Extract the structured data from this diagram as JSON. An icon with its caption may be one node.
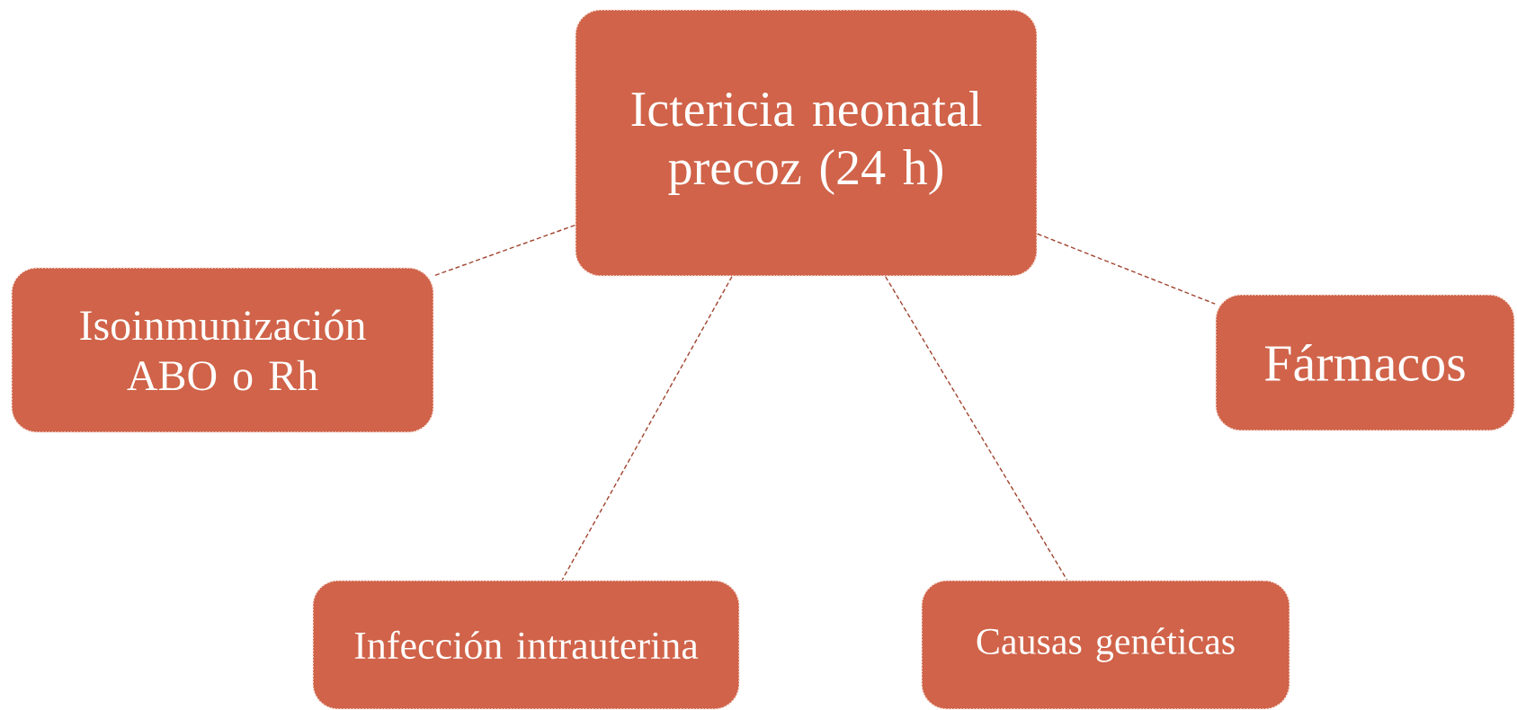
{
  "diagram": {
    "nodes": [
      {
        "text": [
          "Ictericia neonatal precoz (24 h)"
        ]
      },
      {
        "text": [
          "Isoinmunización ABO o Rh"
        ]
      },
      {
        "text": [
          "Fármacos"
        ]
      },
      {
        "text": [
          "Infección intrauterina"
        ]
      },
      {
        "text": [
          "Causas genéticas"
        ]
      }
    ],
    "edges": [
      {
        "from": 0,
        "to": 1,
        "arrow": "none",
        "style": "dashed"
      },
      {
        "from": 0,
        "to": 2,
        "arrow": "none",
        "style": "dashed"
      },
      {
        "from": 0,
        "to": 3,
        "arrow": "none",
        "style": "dashed"
      },
      {
        "from": 0,
        "to": 4,
        "arrow": "none",
        "style": "dashed"
      }
    ]
  }
}
